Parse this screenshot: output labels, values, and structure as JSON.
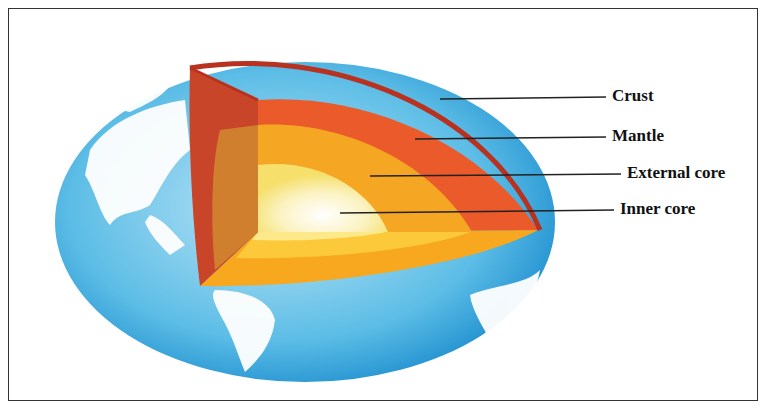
{
  "diagram": {
    "labels": [
      "Crust",
      "Mantle",
      "External core",
      "Inner core"
    ]
  }
}
